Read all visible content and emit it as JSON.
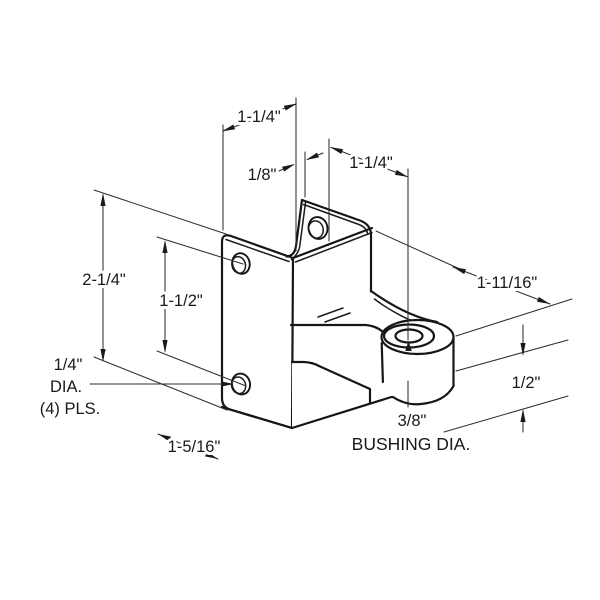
{
  "drawing": {
    "type": "isometric technical drawing",
    "subject": "hinge bracket with bushing boss",
    "colors": {
      "line": "#161616",
      "dim_line": "#2e2e2e",
      "background": "#ffffff"
    },
    "dimensions": {
      "plate_width_top": "1-1/4\"",
      "slot_gap": "1/8\"",
      "flange_to_bushing": "1-1/4\"",
      "plate_height": "2-1/4\"",
      "hole_spacing": "1-1/2\"",
      "arm_length": "1-11/16\"",
      "boss_thickness": "1/2\"",
      "base_depth": "1-5/16\"",
      "mount_hole_size": "1/4\"",
      "mount_hole_label": "DIA.",
      "mount_hole_places": "(4) PLS.",
      "bushing_size": "3/8\"",
      "bushing_label": "BUSHING DIA."
    }
  }
}
